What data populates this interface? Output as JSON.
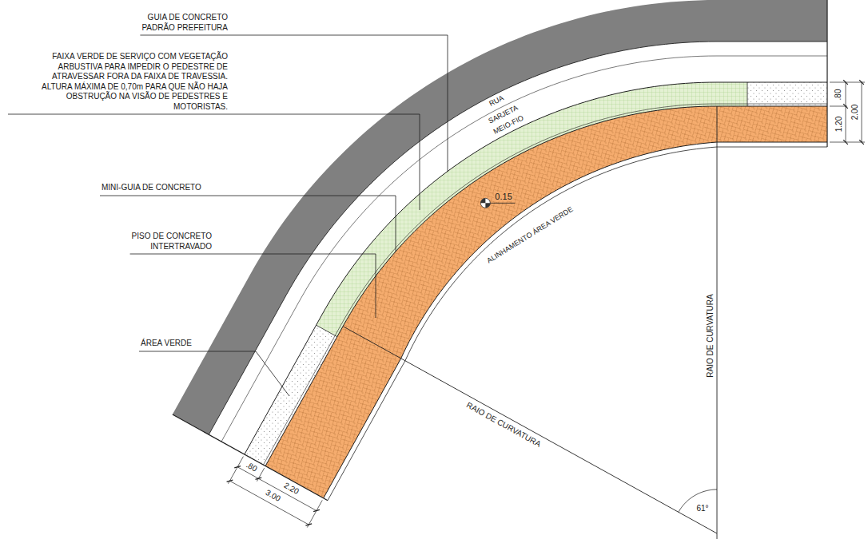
{
  "diagram": {
    "labels": [
      "GUIA DE CONCRETO PADRÃO PREFEITURA",
      "FAIXA VERDE DE SERVIÇO COM VEGETAÇÃO ARBUSTIVA PARA IMPEDIR O PEDESTRE DE ATRAVESSAR FORA DA FAIXA DE TRAVESSIA. ALTURA MÁXIMA DE 0,70m PARA QUE NÃO HAJA OBSTRUÇÃO NA VISÃO DE PEDESTRES E MOTORISTAS.",
      "MINI-GUIA DE CONCRETO",
      "PISO DE CONCRETO INTERTRAVADO",
      "ÁREA VERDE",
      "RUA",
      "SARJETA",
      "MEIO-FIO",
      "0.15",
      "ALINHAMENTO ÁREA VERDE",
      "RAIO DE CURVATURA",
      "RAIO DE CURVATURA",
      "61°",
      ".80",
      "1.20",
      "2.00",
      ".80",
      "2.20",
      "3.00"
    ]
  }
}
